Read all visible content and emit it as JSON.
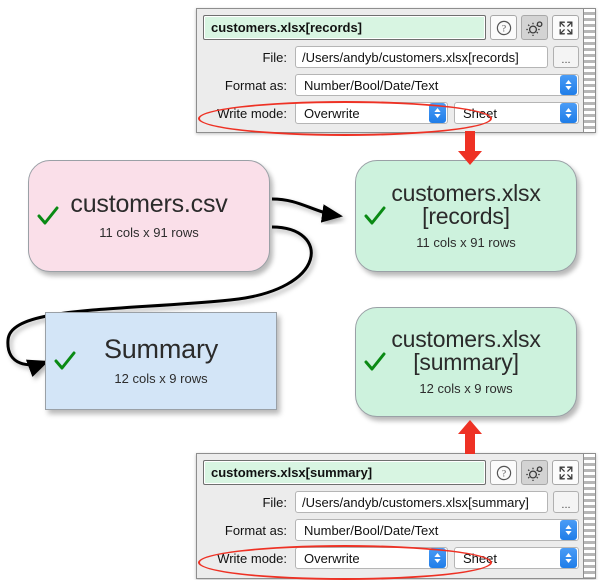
{
  "colors": {
    "node_source": "#fadfe9",
    "node_target": "#cdf2dd",
    "node_transform": "#d3e5f7",
    "check_green": "#0a8a14",
    "annotation_red": "#ee3124",
    "panel_name_bg": "#d8f5e2",
    "stepper_blue": "#2f8ef0"
  },
  "graph": {
    "nodes": [
      {
        "id": "customers-csv",
        "title": "customers.csv",
        "subtitle": "11 cols x 91 rows",
        "status_icon": "checkmark-icon",
        "shape": "rounded",
        "color": "#fadfe9"
      },
      {
        "id": "xlsx-records",
        "title_line1": "customers.xlsx",
        "title_line2": "[records]",
        "subtitle": "11 cols x 91 rows",
        "status_icon": "checkmark-icon",
        "shape": "rounded",
        "color": "#cdf2dd"
      },
      {
        "id": "summary",
        "title": "Summary",
        "subtitle": "12 cols x 9 rows",
        "status_icon": "checkmark-icon",
        "shape": "rectangle",
        "color": "#d3e5f7"
      },
      {
        "id": "xlsx-summary",
        "title_line1": "customers.xlsx",
        "title_line2": "[summary]",
        "subtitle": "12 cols x 9 rows",
        "status_icon": "checkmark-icon",
        "shape": "rounded",
        "color": "#cdf2dd"
      }
    ]
  },
  "panel_top": {
    "name_value": "customers.xlsx[records]",
    "help_icon": "question-mark-icon",
    "settings_icon": "gear-icon",
    "expand_icon": "expand-arrows-icon",
    "rows": {
      "file": {
        "label": "File:",
        "value": "/Users/andyb/customers.xlsx[records]",
        "browse_label": "..."
      },
      "format": {
        "label": "Format as:",
        "value": "Number/Bool/Date/Text"
      },
      "write_mode": {
        "label": "Write mode:",
        "value": "Overwrite",
        "target_value": "Sheet"
      }
    }
  },
  "panel_bottom": {
    "name_value": "customers.xlsx[summary]",
    "help_icon": "question-mark-icon",
    "settings_icon": "gear-icon",
    "expand_icon": "expand-arrows-icon",
    "rows": {
      "file": {
        "label": "File:",
        "value": "/Users/andyb/customers.xlsx[summary]",
        "browse_label": "..."
      },
      "format": {
        "label": "Format as:",
        "value": "Number/Bool/Date/Text"
      },
      "write_mode": {
        "label": "Write mode:",
        "value": "Overwrite",
        "target_value": "Sheet"
      }
    }
  }
}
